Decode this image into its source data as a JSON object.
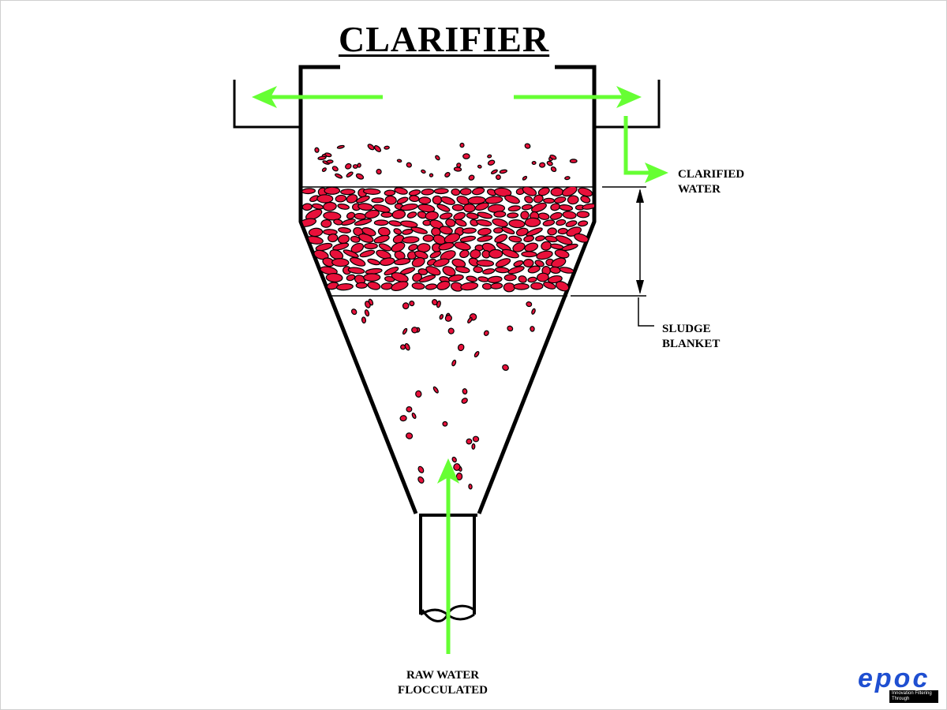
{
  "diagram": {
    "title": "CLARIFIER",
    "labels": {
      "clarified_line1": "CLARIFIED",
      "clarified_line2": "WATER",
      "sludge_line1": "SLUDGE",
      "sludge_line2": "BLANKET",
      "raw_line1": "RAW WATER",
      "raw_line2": "FLOCCULATED"
    },
    "logo": {
      "word": "epoc",
      "tagline": "Innovation Filtering Through"
    },
    "colors": {
      "outline": "#000000",
      "flow_arrow": "#66ff33",
      "floc_fill": "#e8103a",
      "logo_blue": "#1f4fd1"
    }
  }
}
